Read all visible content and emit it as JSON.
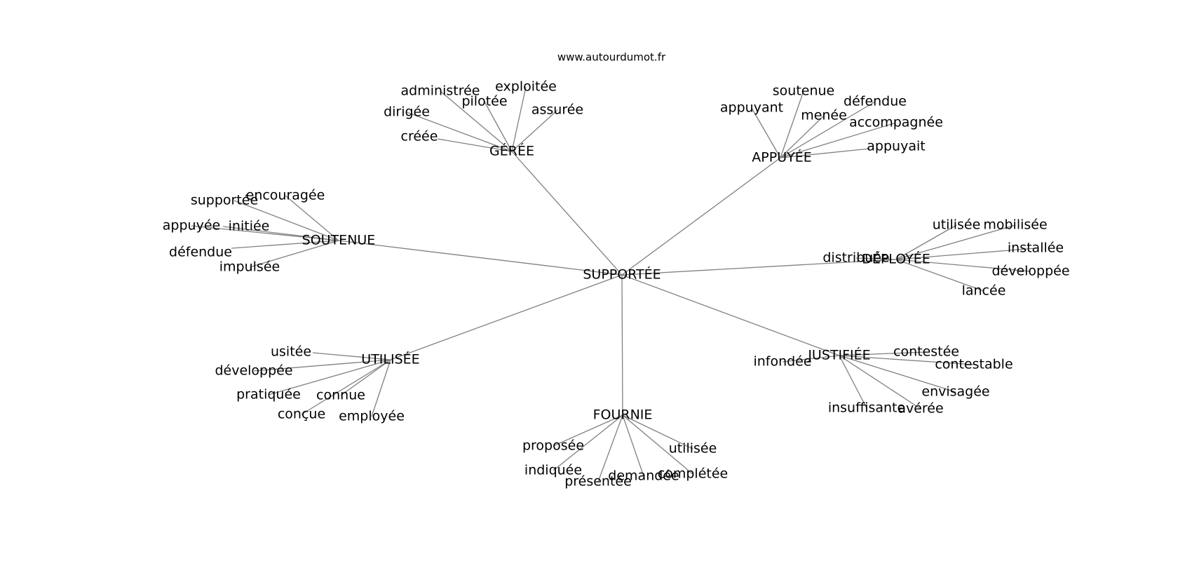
{
  "source": "www.autourdumot.fr",
  "center": "SUPPORTÉE",
  "clusters": [
    {
      "id": "geree",
      "label": "GÉRÉE",
      "leaves": [
        "administrée",
        "exploitée",
        "pilotée",
        "dirigée",
        "assurée",
        "créée"
      ]
    },
    {
      "id": "appuyee",
      "label": "APPUYÉE",
      "leaves": [
        "soutenue",
        "appuyant",
        "défendue",
        "menée",
        "accompagnée",
        "appuyait"
      ]
    },
    {
      "id": "soutenue",
      "label": "SOUTENUE",
      "leaves": [
        "supportée",
        "encouragée",
        "appuyée",
        "initiée",
        "défendue",
        "impulsée"
      ]
    },
    {
      "id": "deployee",
      "label": "DÉPLOYÉE",
      "leaves": [
        "utilisée",
        "mobilisée",
        "installée",
        "distribuée",
        "développée",
        "lancée"
      ]
    },
    {
      "id": "utilisee",
      "label": "UTILISÉE",
      "leaves": [
        "usitée",
        "développée",
        "pratiquée",
        "connue",
        "conçue",
        "employée"
      ]
    },
    {
      "id": "justifiee",
      "label": "JUSTIFIÉE",
      "leaves": [
        "contestée",
        "infondée",
        "contestable",
        "envisagée",
        "insuffisante",
        "avérée"
      ]
    },
    {
      "id": "fournie",
      "label": "FOURNIE",
      "leaves": [
        "proposée",
        "utilisée",
        "indiquée",
        "complétée",
        "demandée",
        "présentée"
      ]
    }
  ]
}
